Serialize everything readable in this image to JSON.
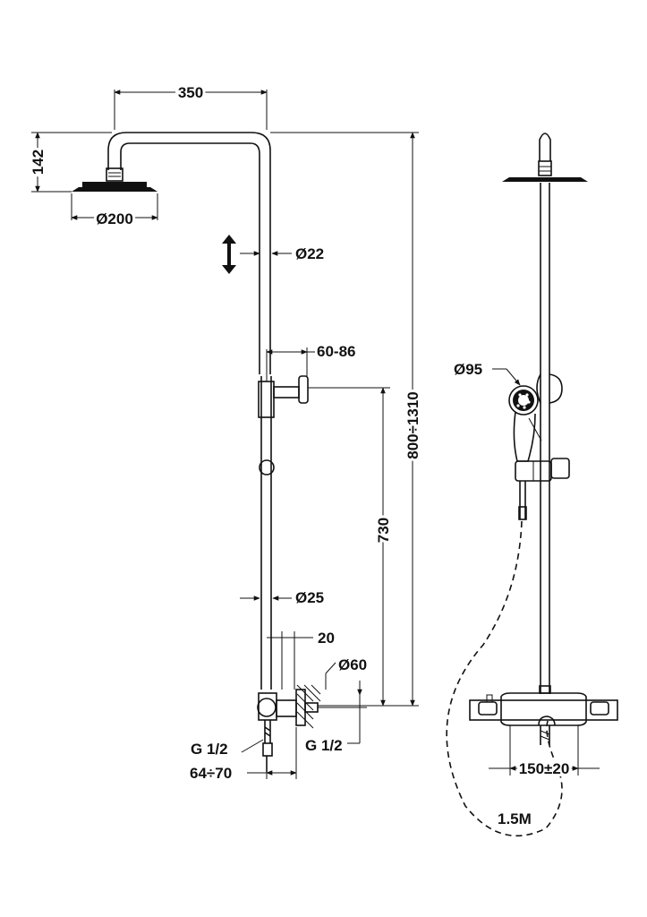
{
  "dimensions": {
    "head_span": "350",
    "head_height": "142",
    "head_diameter": "Ø200",
    "pipe_diameter_top": "Ø22",
    "arm_reach": "60-86",
    "total_height": "800÷1310",
    "bar_height": "730",
    "pipe_diameter_lower": "Ø25",
    "offset": "20",
    "escutcheon_diameter": "Ø60",
    "inlet_left": "G 1/2",
    "inlet_right": "G 1/2",
    "inlet_spacing": "64÷70",
    "hand_shower_diameter": "Ø95",
    "mixer_spacing": "150±20",
    "hose_length": "1.5M"
  },
  "icons": {
    "adjust": "double-arrow-vertical-icon"
  }
}
